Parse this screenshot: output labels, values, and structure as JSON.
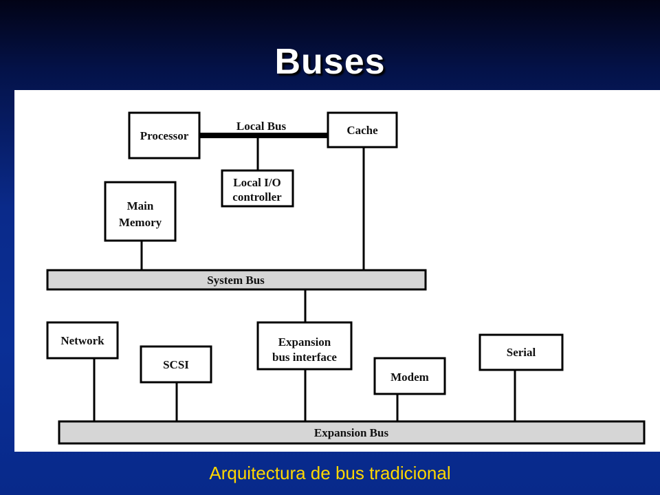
{
  "slide": {
    "title": "Buses",
    "caption": "Arquitectura de bus tradicional"
  },
  "diagram": {
    "nodes": {
      "processor": "Processor",
      "cache": "Cache",
      "local_io_line1": "Local I/O",
      "local_io_line2": "controller",
      "main_memory_line1": "Main",
      "main_memory_line2": "Memory",
      "network": "Network",
      "scsi": "SCSI",
      "expansion_interface_line1": "Expansion",
      "expansion_interface_line2": "bus interface",
      "modem": "Modem",
      "serial": "Serial"
    },
    "buses": {
      "local_bus": "Local Bus",
      "system_bus": "System Bus",
      "expansion_bus": "Expansion Bus"
    }
  },
  "colors": {
    "title": "#ffffff",
    "caption": "#ffd700",
    "bus_fill": "#d6d6d6",
    "panel": "#ffffff"
  }
}
